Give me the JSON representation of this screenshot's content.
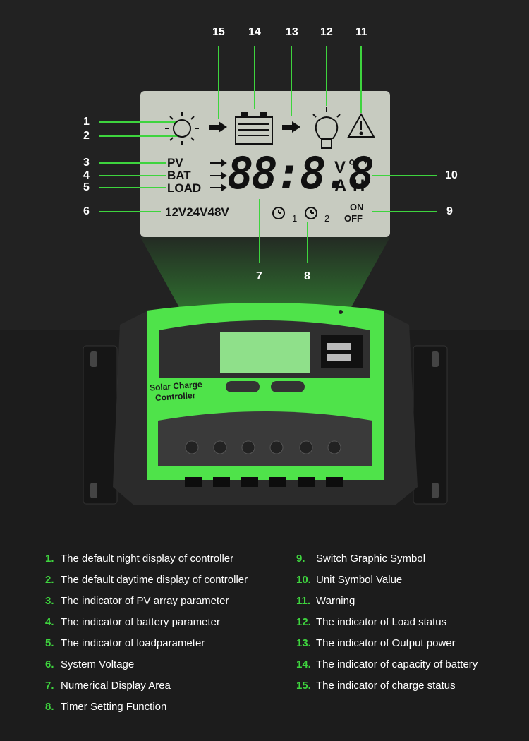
{
  "lcd": {
    "labels": {
      "pv": "PV",
      "bat": "BAT",
      "load": "LOAD",
      "voltage": "12V24V48V",
      "digits": "88:8.8",
      "unit_top_v": "V",
      "unit_top_c": "℃",
      "unit_a": "A",
      "unit_h": "H",
      "on": "ON",
      "off": "OFF",
      "timer1": "1",
      "timer2": "2"
    }
  },
  "device": {
    "label_line1": "Solar Charge",
    "label_line2": "Controller"
  },
  "callouts": [
    "1",
    "2",
    "3",
    "4",
    "5",
    "6",
    "7",
    "8",
    "9",
    "10",
    "11",
    "12",
    "13",
    "14",
    "15"
  ],
  "legend_left": [
    {
      "n": "1.",
      "text": "The default night display of controller"
    },
    {
      "n": "2.",
      "text": "The default daytime display of controller"
    },
    {
      "n": "3.",
      "text": "The indicator of PV array parameter"
    },
    {
      "n": "4.",
      "text": "The indicator of battery parameter"
    },
    {
      "n": "5.",
      "text": "The indicator of loadparameter"
    },
    {
      "n": "6.",
      "text": "System Voltage"
    },
    {
      "n": "7.",
      "text": "Numerical Display Area"
    },
    {
      "n": "8.",
      "text": "Timer Setting Function"
    }
  ],
  "legend_right": [
    {
      "n": "9.",
      "text": "Switch Graphic Symbol"
    },
    {
      "n": "10.",
      "text": "Unit Symbol Value"
    },
    {
      "n": "11.",
      "text": "Warning"
    },
    {
      "n": "12.",
      "text": "The indicator of Load status"
    },
    {
      "n": "13.",
      "text": "The indicator of Output power"
    },
    {
      "n": "14.",
      "text": "The indicator of capacity of battery"
    },
    {
      "n": "15.",
      "text": "The indicator of charge status"
    }
  ],
  "colors": {
    "accent": "#3ed43e",
    "lcd": "#c7cbc0",
    "device_green": "#4fe34a",
    "device_dark": "#2a2a2a"
  }
}
